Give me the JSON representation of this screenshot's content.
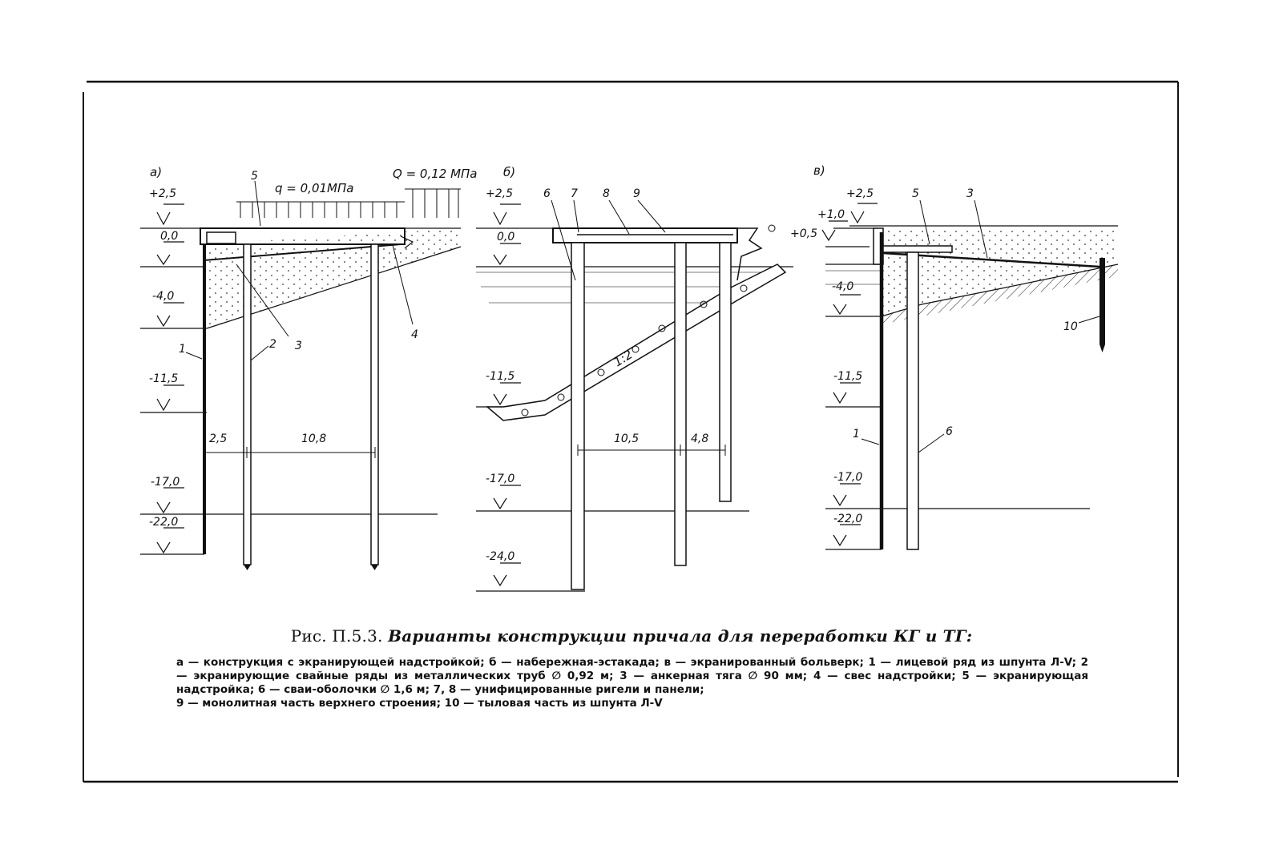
{
  "figure": {
    "caption_number": "Рис. П.5.3.",
    "caption_title": "Варианты конструкции причала для переработки КГ и ТГ:",
    "legend_main": "а — конструкция с экранирующей надстройкой; б — набережная-эстакада; в — экранированный больверк; 1 — лицевой ряд из шпунта Л-V; 2 — экранирующие свайные ряды из металлических труб ∅ 0,92 м; 3 — анкерная тяга ∅ 90 мм; 4 — свес надстройки; 5 — экранирующая надстройка; 6 — сваи-оболочки ∅ 1,6 м; 7, 8 — унифицированные ригели и панели;",
    "legend_last": "9 — монолитная часть верхнего строения; 10 — тыловая часть из шпунта Л-V"
  },
  "panel_a": {
    "letter": "а)",
    "levels": [
      "+2,5",
      "0,0",
      "-4,0",
      "-11,5",
      "-17,0",
      "-22,0"
    ],
    "load_1": "q = 0,01МПа",
    "load_2": "Q = 0,12 МПа",
    "callouts": [
      "1",
      "2",
      "3",
      "4",
      "5"
    ],
    "dims": [
      "2,5",
      "10,8"
    ]
  },
  "panel_b": {
    "letter": "б)",
    "levels": [
      "+2,5",
      "0,0",
      "-11,5",
      "-17,0",
      "-24,0"
    ],
    "callouts": [
      "6",
      "7",
      "8",
      "9"
    ],
    "slope": "1:2",
    "dims": [
      "10,5",
      "4,8"
    ]
  },
  "panel_c": {
    "letter": "в)",
    "levels": [
      "+2,5",
      "+1,0",
      "+0,5",
      "-4,0",
      "-11,5",
      "-17,0",
      "-22,0"
    ],
    "callouts": [
      "5",
      "3",
      "10",
      "1",
      "6"
    ]
  },
  "colors": {
    "ink": "#111111",
    "paper": "#ffffff"
  }
}
